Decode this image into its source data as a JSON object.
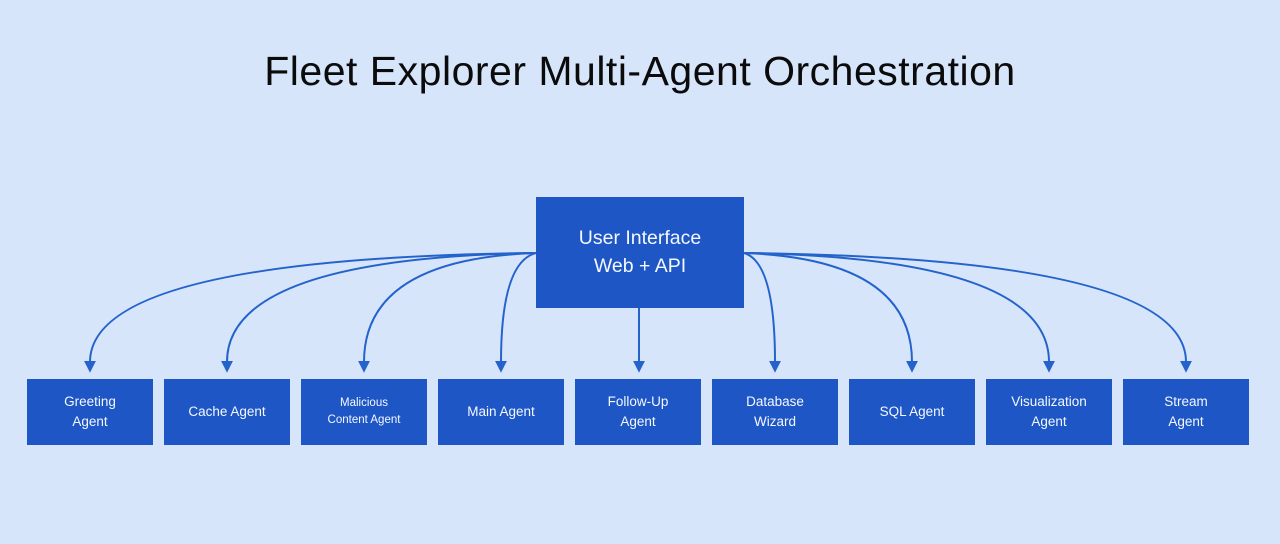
{
  "diagram": {
    "title": "Fleet Explorer Multi-Agent Orchestration",
    "root": {
      "label": "User Interface\nWeb + API"
    },
    "agents": [
      {
        "label": "Greeting\nAgent"
      },
      {
        "label": "Cache Agent"
      },
      {
        "label": "Malicious\nContent Agent"
      },
      {
        "label": "Main Agent"
      },
      {
        "label": "Follow-Up\nAgent"
      },
      {
        "label": "Database\nWizard"
      },
      {
        "label": "SQL Agent"
      },
      {
        "label": "Visualization\nAgent"
      },
      {
        "label": "Stream\nAgent"
      }
    ],
    "colors": {
      "background": "#d7e5fa",
      "node_fill": "#1e57c5",
      "node_text": "#f4f8ff",
      "edge": "#2563cc",
      "title_text": "#0b0b0b"
    }
  }
}
